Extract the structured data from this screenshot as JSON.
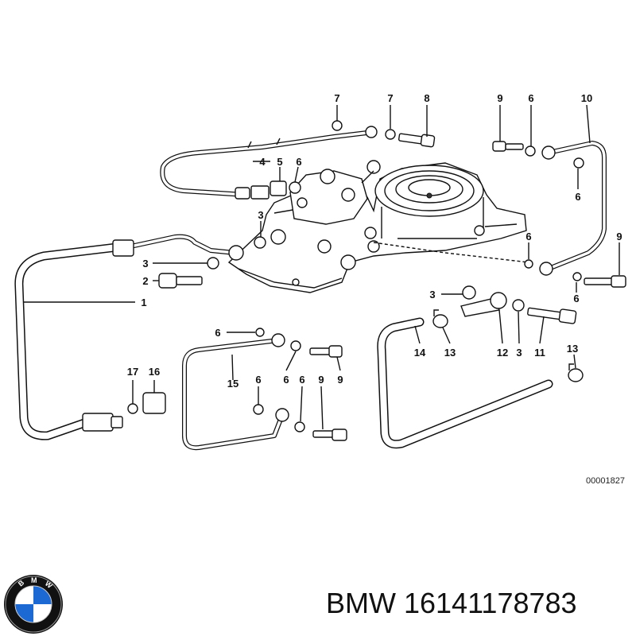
{
  "diagram": {
    "callouts": [
      {
        "id": "c7a",
        "label": "7"
      },
      {
        "id": "c7b",
        "label": "7"
      },
      {
        "id": "c8",
        "label": "8"
      },
      {
        "id": "c9a",
        "label": "9"
      },
      {
        "id": "c6a",
        "label": "6"
      },
      {
        "id": "c10",
        "label": "10"
      },
      {
        "id": "c4",
        "label": "4"
      },
      {
        "id": "c5",
        "label": "5"
      },
      {
        "id": "c6b",
        "label": "6"
      },
      {
        "id": "c6c",
        "label": "6"
      },
      {
        "id": "c3a",
        "label": "3"
      },
      {
        "id": "c6d",
        "label": "6"
      },
      {
        "id": "c9b",
        "label": "9"
      },
      {
        "id": "c3b",
        "label": "3"
      },
      {
        "id": "c2",
        "label": "2"
      },
      {
        "id": "c1",
        "label": "1"
      },
      {
        "id": "c6e",
        "label": "6"
      },
      {
        "id": "c3c",
        "label": "3"
      },
      {
        "id": "c6f",
        "label": "6"
      },
      {
        "id": "c14",
        "label": "14"
      },
      {
        "id": "c13a",
        "label": "13"
      },
      {
        "id": "c12",
        "label": "12"
      },
      {
        "id": "c3d",
        "label": "3"
      },
      {
        "id": "c11",
        "label": "11"
      },
      {
        "id": "c13b",
        "label": "13"
      },
      {
        "id": "c17",
        "label": "17"
      },
      {
        "id": "c16",
        "label": "16"
      },
      {
        "id": "c15",
        "label": "15"
      },
      {
        "id": "c6g",
        "label": "6"
      },
      {
        "id": "c9c",
        "label": "9"
      },
      {
        "id": "c6h",
        "label": "6"
      },
      {
        "id": "c6i",
        "label": "6"
      },
      {
        "id": "c9d",
        "label": "9"
      }
    ],
    "reference_number": "00001827"
  },
  "footer": {
    "brand": "BMW",
    "part_number": "16141178783",
    "caption": "BMW 16141178783"
  },
  "logo": {
    "name": "bmw-roundel",
    "text": "BMW",
    "colors": {
      "ring": "#111111",
      "blue": "#1c69d4",
      "white": "#ffffff"
    }
  }
}
